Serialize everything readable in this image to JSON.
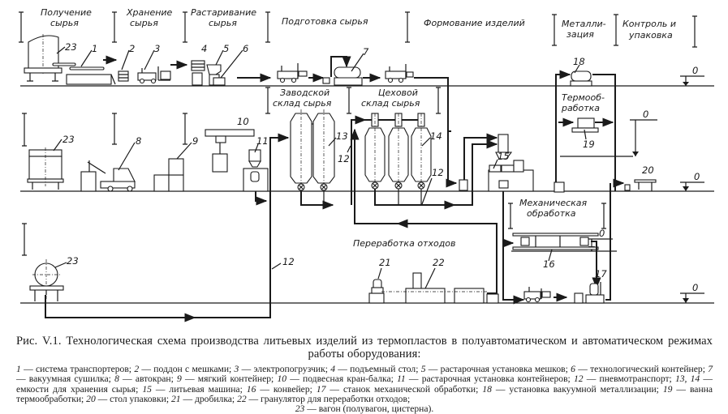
{
  "stages": {
    "receiving": "Получение\nсырья",
    "storage": "Хранение\nсырья",
    "unpacking": "Растаривание\nсырья",
    "preparation": "Подготовка сырья",
    "molding": "Формование изделий",
    "metallization": "Металли-\nзация",
    "control": "Контроль и\nупаковка",
    "factory_warehouse": "Заводской\nсклад сырья",
    "shop_warehouse": "Цеховой\nсклад сырья",
    "heat_treatment": "Термооб-\nработка",
    "machining": "Механическая\nобработка",
    "waste_processing": "Переработка отходов"
  },
  "level_mark": "0",
  "numbers": [
    "1",
    "2",
    "3",
    "4",
    "5",
    "6",
    "7",
    "8",
    "9",
    "10",
    "11",
    "12",
    "13",
    "14",
    "15",
    "16",
    "17",
    "18",
    "19",
    "20",
    "21",
    "22",
    "23"
  ],
  "caption": {
    "figure": "Рис. V.1.",
    "title": "Технологическая схема производства литьевых изделий из термопластов в полуавтоматическом и автоматическом режимах работы оборудования:"
  },
  "legend": [
    {
      "n": "1",
      "t": "система транспортеров"
    },
    {
      "n": "2",
      "t": "поддон с мешками"
    },
    {
      "n": "3",
      "t": "электропогрузчик"
    },
    {
      "n": "4",
      "t": "подъемный стол"
    },
    {
      "n": "5",
      "t": "растарочная установка мешков"
    },
    {
      "n": "6",
      "t": "технологический контейнер"
    },
    {
      "n": "7",
      "t": "вакуумная сушилка"
    },
    {
      "n": "8",
      "t": "автокран"
    },
    {
      "n": "9",
      "t": "мягкий контейнер"
    },
    {
      "n": "10",
      "t": "подвесная кран-балка"
    },
    {
      "n": "11",
      "t": "растарочная установка контейнеров"
    },
    {
      "n": "12",
      "t": "пневмотранспорт"
    },
    {
      "n": "13, 14",
      "t": "емкости для хранения сырья"
    },
    {
      "n": "15",
      "t": "литьевая машина"
    },
    {
      "n": "16",
      "t": "конвейер"
    },
    {
      "n": "17",
      "t": "станок механической обработки"
    },
    {
      "n": "18",
      "t": "установка вакуумной металлизации"
    },
    {
      "n": "19",
      "t": "ванна термообработки"
    },
    {
      "n": "20",
      "t": "стол упаковки"
    },
    {
      "n": "21",
      "t": "дробилка"
    },
    {
      "n": "22",
      "t": "гранулятор для переработки отходов"
    },
    {
      "n": "23",
      "t": "вагон (полувагон, цистерна)"
    }
  ]
}
